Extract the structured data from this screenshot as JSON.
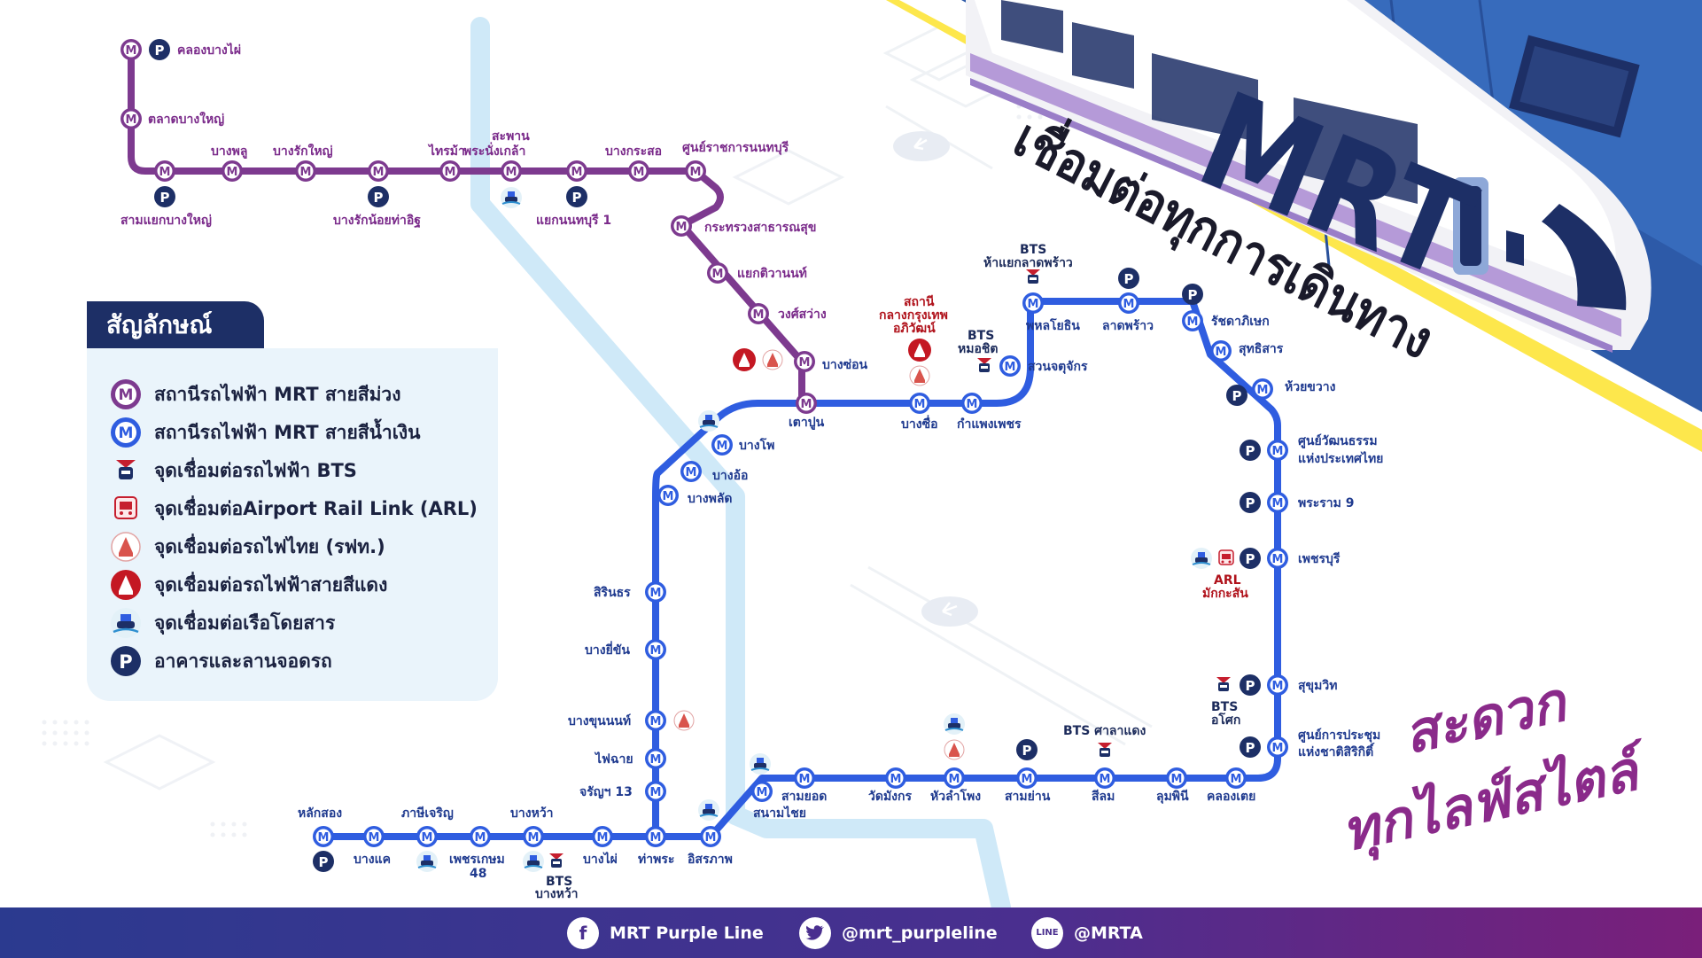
{
  "headline": {
    "brand": "MRT",
    "tagline": "เชื่อมต่อทุกการเดินทาง",
    "slogan_line1": "สะดวก",
    "slogan_line2": "ทุกไลฟ์สไตล์"
  },
  "legend": {
    "title": "สัญลักษณ์",
    "items": [
      {
        "icon": "purple-station-icon",
        "label": "สถานีรถไฟฟ้า MRT สายสีม่วง"
      },
      {
        "icon": "blue-station-icon",
        "label": "สถานีรถไฟฟ้า MRT สายสีน้ำเงิน"
      },
      {
        "icon": "bts-icon",
        "label": "จุดเชื่อมต่อรถไฟฟ้า BTS"
      },
      {
        "icon": "arl-icon",
        "label": "จุดเชื่อมต่อAirport Rail Link (ARL)"
      },
      {
        "icon": "srt-icon",
        "label": "จุดเชื่อมต่อรถไฟไทย (รฟท.)"
      },
      {
        "icon": "red-line-icon",
        "label": "จุดเชื่อมต่อรถไฟฟ้าสายสีแดง"
      },
      {
        "icon": "boat-icon",
        "label": "จุดเชื่อมต่อเรือโดยสาร"
      },
      {
        "icon": "parking-icon",
        "label": "อาคารและลานจอดรถ"
      }
    ]
  },
  "colors": {
    "purple_line": "#7d3a8f",
    "blue_line": "#2f5de0",
    "navy": "#1d2f66",
    "river": "#cfe9f8"
  },
  "station_glyph": "M",
  "parking_glyph": "P",
  "purple_line": {
    "stations": [
      "คลองบางไผ่",
      "ตลาดบางใหญ่",
      "สามแยกบางใหญ่",
      "บางพลู",
      "บางรักใหญ่",
      "บางรักน้อยท่าอิฐ",
      "ไทรม้า",
      "สะพาน",
      "พระนั่งเกล้า",
      "แยกนนทบุรี 1",
      "บางกระสอ",
      "ศูนย์ราชการนนทบุรี",
      "กระทรวงสาธารณสุข",
      "แยกติวานนท์",
      "วงศ์สว่าง",
      "บางซ่อน",
      "เตาปูน"
    ]
  },
  "blue_line": {
    "stations": [
      "บางโพ",
      "บางอ้อ",
      "บางพลัด",
      "สิรินธร",
      "บางยี่ขัน",
      "บางขุนนนท์",
      "ไฟฉาย",
      "จรัญฯ 13",
      "ท่าพระ",
      "บางไผ่",
      "บางหว้า",
      "เพชรเกษม",
      "48",
      "ภาษีเจริญ",
      "บางแค",
      "หลักสอง",
      "อิสรภาพ",
      "สนามไชย",
      "สามยอด",
      "วัดมังกร",
      "หัวลำโพง",
      "สามย่าน",
      "สีลม",
      "ลุมพินี",
      "คลองเตย",
      "ศูนย์การประชุม",
      "แห่งชาติสิริกิติ์",
      "สุขุมวิท",
      "เพชรบุรี",
      "พระราม 9",
      "ศูนย์วัฒนธรรม",
      "แห่งประเทศไทย",
      "ห้วยขวาง",
      "สุทธิสาร",
      "รัชดาภิเษก",
      "ลาดพร้าว",
      "พหลโยธิน",
      "สวนจตุจักร",
      "กำแพงเพชร",
      "บางซื่อ"
    ]
  },
  "connections": {
    "bts_haeyaek_1": "BTS",
    "bts_haeyaek_2": "ห้าแยกลาดพร้าว",
    "bts_mochit_1": "BTS",
    "bts_mochit_2": "หมอชิต",
    "krung_thep_1": "สถานี",
    "krung_thep_2": "กลางกรุงเทพ",
    "krung_thep_3": "อภิวัฒน์",
    "arl_1": "ARL",
    "arl_2": "มักกะสัน",
    "bts_asok_1": "BTS",
    "bts_asok_2": "อโศก",
    "bts_saladaeng": "BTS ศาลาแดง",
    "bts_bangwa_1": "BTS",
    "bts_bangwa_2": "บางหว้า"
  },
  "footer": {
    "facebook": "MRT Purple Line",
    "twitter": "@mrt_purpleline",
    "line": "@MRTA",
    "line_icon_text": "LINE"
  }
}
